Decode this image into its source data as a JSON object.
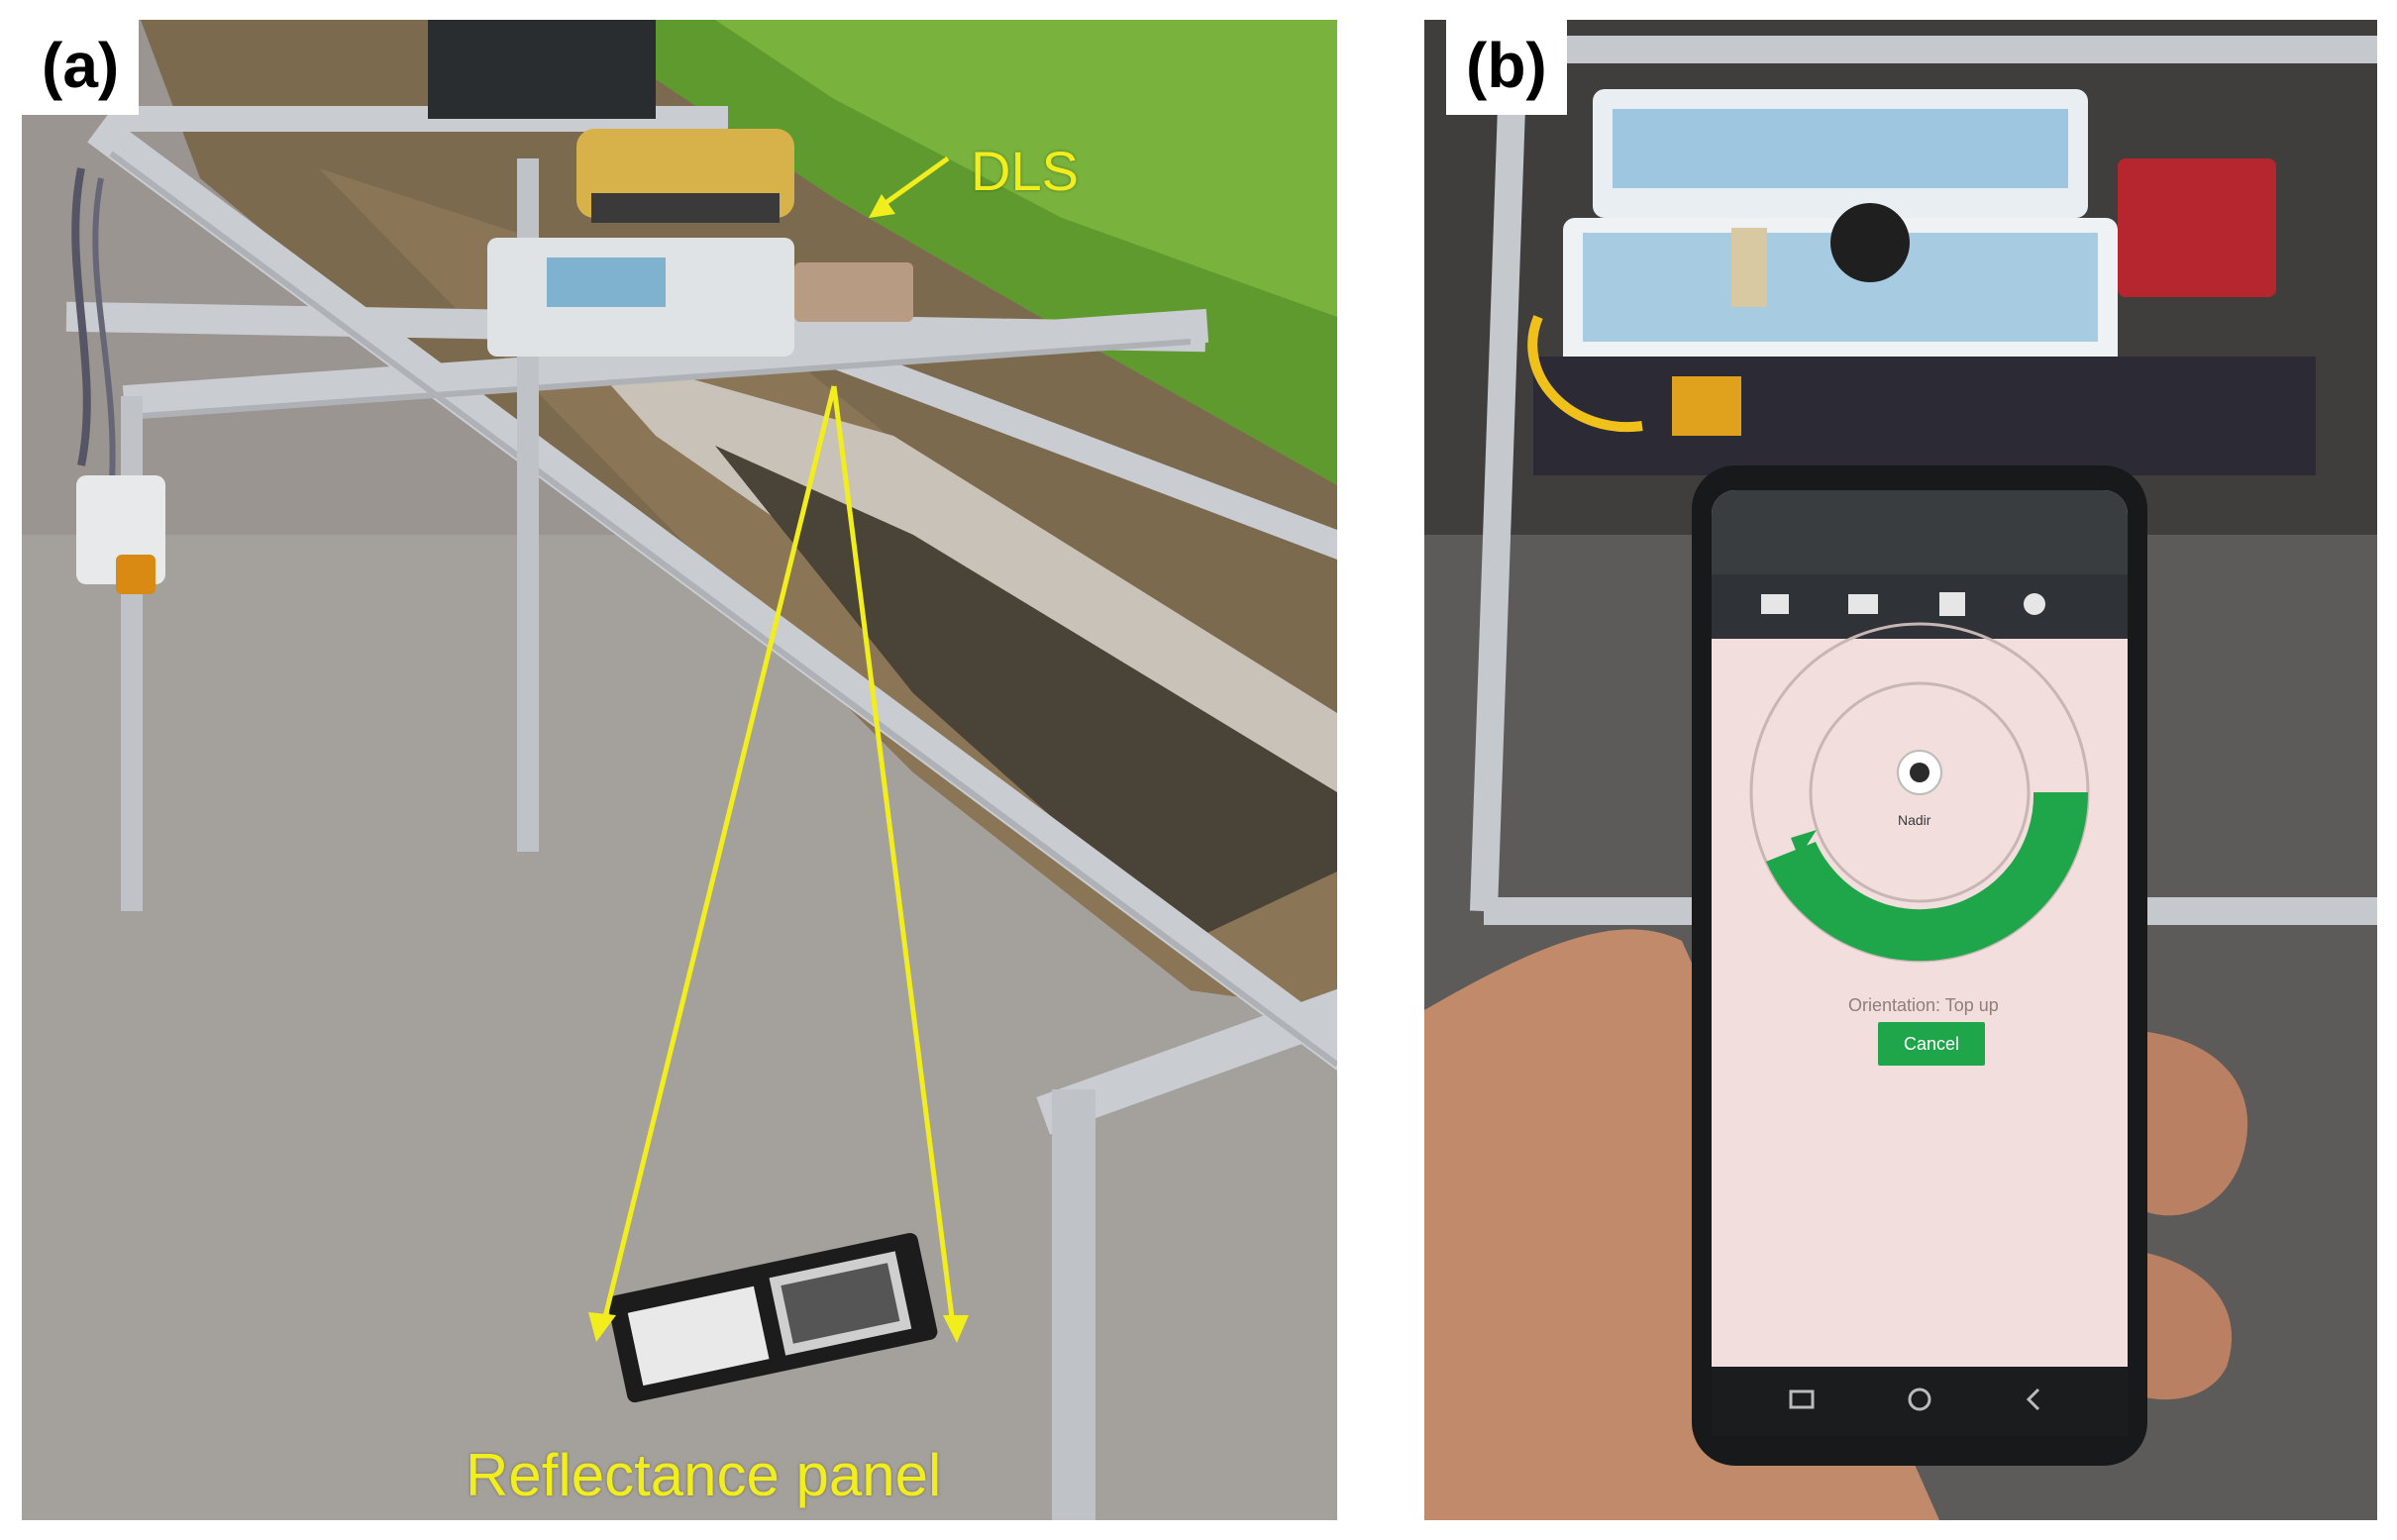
{
  "panels": {
    "a": {
      "label": "(a)",
      "annotations": {
        "dls": "DLS",
        "reflectance_panel": "Reflectance panel"
      }
    },
    "b": {
      "label": "(b)",
      "phone_screen": {
        "orientation_text": "Orientation: Top up",
        "cancel_button": "Cancel",
        "gauge_label": "Nadir"
      }
    }
  },
  "colors": {
    "annotation": "#f2ee1d",
    "gauge_fill": "#1fa64a",
    "screen_bg": "#f1dedd",
    "button": "#1fa64a"
  }
}
